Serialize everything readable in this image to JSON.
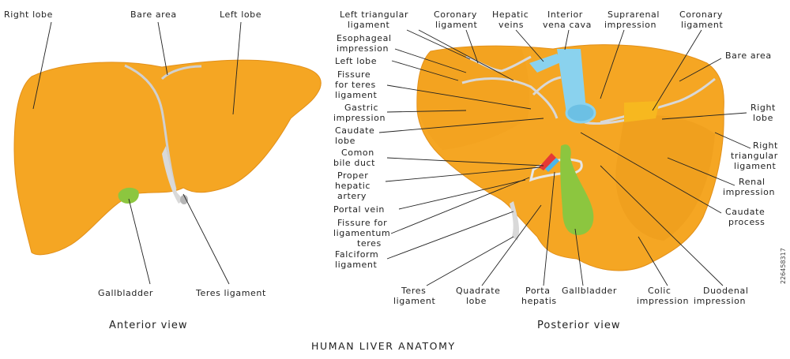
{
  "title": "HUMAN LIVER ANATOMY",
  "side_id": "226458317",
  "anterior": {
    "caption": "Anterior view",
    "labels": {
      "right_lobe": "Right lobe",
      "bare_area": "Bare area",
      "left_lobe": "Left lobe",
      "gallbladder": "Gallbladder",
      "teres_ligament": "Teres ligament"
    }
  },
  "posterior": {
    "caption": "Posterior view",
    "left": {
      "left_triangular": [
        "Left triangular",
        "ligament"
      ],
      "esophageal": [
        "Esophageal",
        "impression"
      ],
      "left_lobe": [
        "Left lobe"
      ],
      "fissure_teres": [
        "Fissure",
        "for teres",
        "ligament"
      ],
      "gastric": [
        "Gastric",
        "impression"
      ],
      "caudate_lobe": [
        "Caudate",
        "lobe"
      ],
      "common_bile": [
        "Comon",
        "bile duct"
      ],
      "proper_hepatic": [
        "Proper",
        "hepatic",
        "artery"
      ],
      "portal_vein": [
        "Portal vein"
      ],
      "fissure_lig_teres": [
        "Fissure for",
        "ligamentum",
        "teres"
      ],
      "falciform": [
        "Falciform",
        "ligament"
      ]
    },
    "top": {
      "coronary_left": [
        "Coronary",
        "ligament"
      ],
      "hepatic_veins": [
        "Hepatic",
        "veins"
      ],
      "ivc": [
        "Interior",
        "vena cava"
      ],
      "suprarenal": [
        "Suprarenal",
        "impression"
      ],
      "coronary_right": [
        "Coronary",
        "ligament"
      ]
    },
    "right": {
      "bare_area": [
        "Bare area"
      ],
      "right_lobe": [
        "Right",
        "lobe"
      ],
      "right_triangular": [
        "Right",
        "triangular",
        "ligament"
      ],
      "renal": [
        "Renal",
        "impression"
      ],
      "caudate_process": [
        "Caudate",
        "process"
      ]
    },
    "bottom": {
      "teres_ligament": [
        "Teres",
        "ligament"
      ],
      "quadrate": [
        "Quadrate",
        "lobe"
      ],
      "porta_hepatis": [
        "Porta",
        "hepatis"
      ],
      "gallbladder": [
        "Gallbladder"
      ],
      "colic": [
        "Colic",
        "impression"
      ],
      "duodenal": [
        "Duodenal",
        "impression"
      ]
    }
  },
  "colors": {
    "liver": "#f5a623",
    "liver_dark": "#e89413",
    "ligament": "#d9d9d9",
    "ivc": "#8ad2ee",
    "gallbladder": "#8cc63f",
    "artery": "#e53935",
    "duct": "#4db6e8"
  }
}
